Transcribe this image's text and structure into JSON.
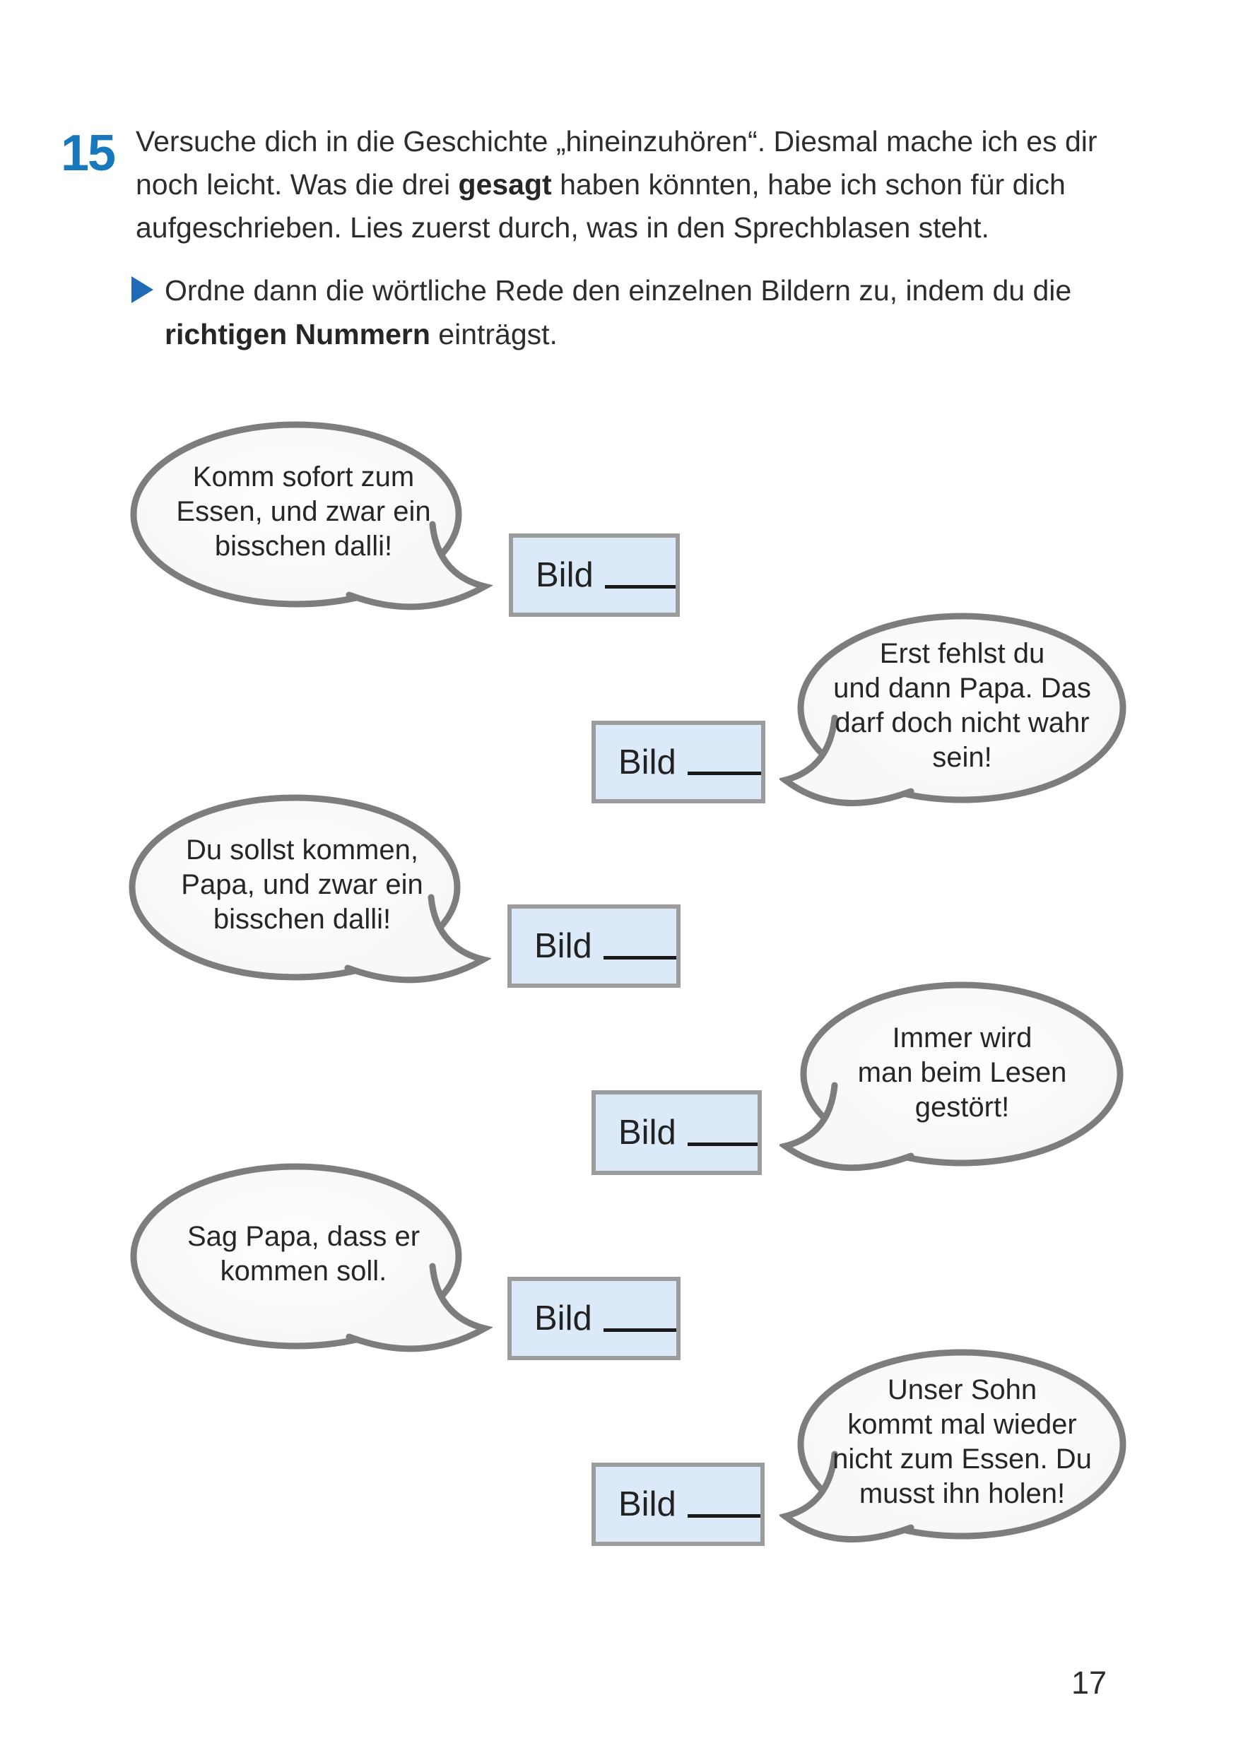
{
  "page": {
    "number": "17"
  },
  "task": {
    "number": "15",
    "intro_part1": "Versuche dich in die Geschichte „hineinzuhören“. Diesmal mache ich es dir\nnoch leicht. Was die drei ",
    "intro_bold": "gesagt",
    "intro_part2": " haben könnten, habe ich schon für dich\naufgeschrieben. Lies zuerst durch, was in den Sprechblasen steht.",
    "bullet_part1": "Ordne dann die wörtliche Rede den einzelnen Bildern zu, indem du die\n",
    "bullet_bold": "richtigen Nummern",
    "bullet_part2": " einträgst."
  },
  "bild_label": "Bild",
  "bubbles": [
    {
      "text": "Komm sofort zum\nEssen, und zwar ein\nbisschen dalli!",
      "tail": "right"
    },
    {
      "text": "Erst fehlst du\nund dann Papa. Das\ndarf doch nicht wahr\nsein!",
      "tail": "left"
    },
    {
      "text": "Du sollst kommen,\nPapa, und zwar ein\nbisschen dalli!",
      "tail": "right"
    },
    {
      "text": "Immer wird\nman beim Lesen\ngestört!",
      "tail": "left"
    },
    {
      "text": "Sag Papa, dass er\nkommen soll.",
      "tail": "right"
    },
    {
      "text": "Unser Sohn\nkommt mal wieder\nnicht zum Essen. Du\nmusst ihn holen!",
      "tail": "left"
    }
  ],
  "colors": {
    "accent_blue": "#1778bd",
    "bullet_blue": "#1f6cb4",
    "box_fill": "#dce9f8",
    "box_border": "#9c9c9c",
    "bubble_outline": "#7d7d7d",
    "text": "#2d2d2d"
  }
}
